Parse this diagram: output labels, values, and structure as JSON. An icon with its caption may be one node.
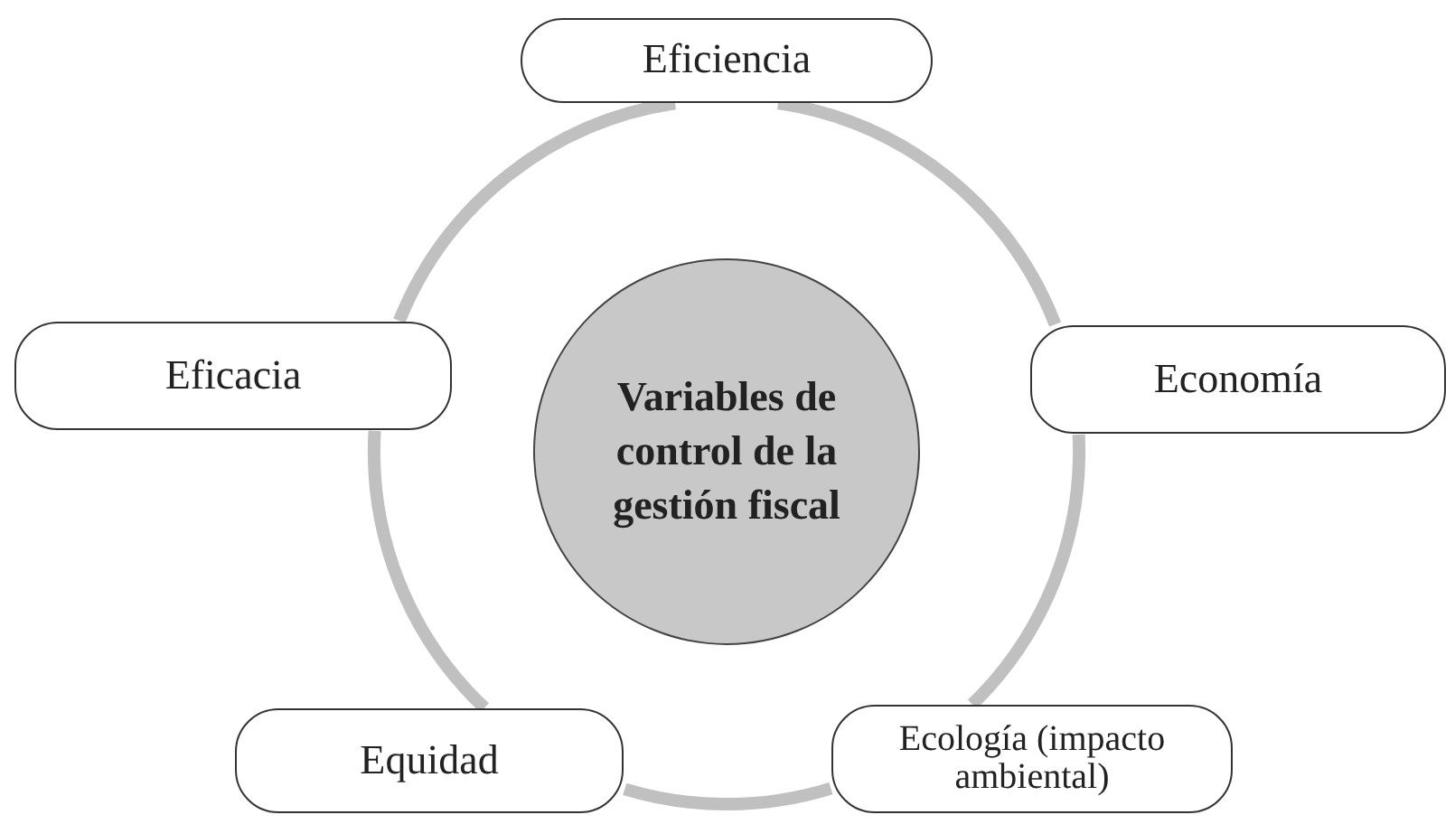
{
  "diagram": {
    "nodes": [
      {
        "text": [
          "Eficiencia"
        ]
      },
      {
        "text": [
          "Eficacia"
        ]
      },
      {
        "text": [
          "Variables de control de la gestión fiscal"
        ]
      },
      {
        "text": [
          "Economía"
        ]
      },
      {
        "text": [
          "Equidad"
        ]
      },
      {
        "text": [
          "Ecología (impacto ambiental)"
        ]
      }
    ],
    "edges": [
      {
        "from": 0,
        "to": 3,
        "arrow": "none"
      },
      {
        "from": 3,
        "to": 5,
        "arrow": "none"
      },
      {
        "from": 5,
        "to": 4,
        "arrow": "none"
      },
      {
        "from": 4,
        "to": 1,
        "arrow": "none"
      },
      {
        "from": 1,
        "to": 0,
        "arrow": "none"
      }
    ]
  }
}
